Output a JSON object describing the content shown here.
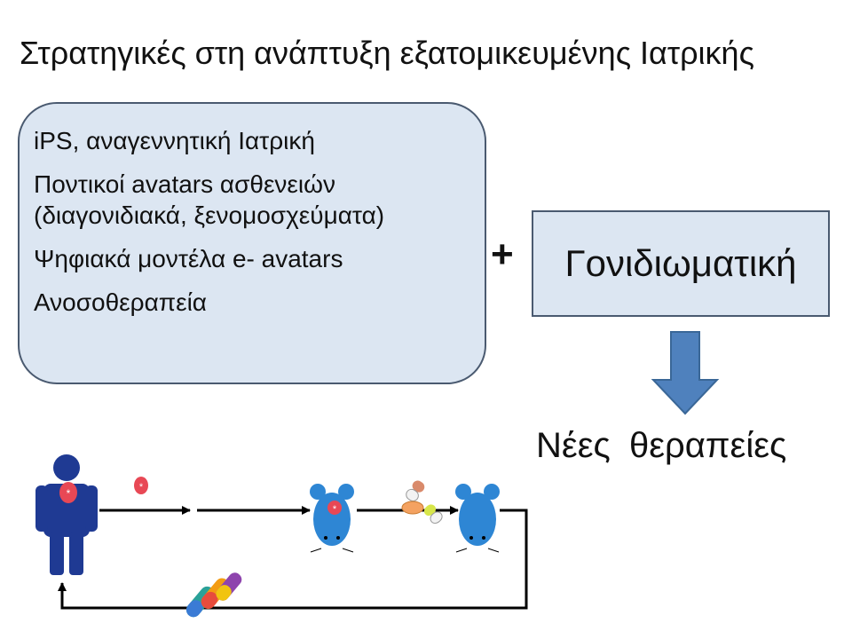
{
  "slide": {
    "title": "Στρατηγικές στη ανάπτυξη εξατομικευμένης Ιατρικής",
    "strategies": [
      "iPS, αναγεννητική Ιατρική",
      "Ποντικοί avatars ασθενειών",
      "(διαγονιδιακά, ξενομοσχεύματα)",
      "Ψηφιακά μοντέλα e- avatars",
      "Ανοσοθεραπεία"
    ],
    "plus_sign": "+",
    "genomics_label": "Γονιδιωματική",
    "result_label": "Νέες  θεραπείες"
  },
  "colors": {
    "box_fill": "#dce6f2",
    "box_border": "#4a5a70",
    "arrow_blue": "#4f81bd",
    "figure_blue": "#1f3a93",
    "mouse_blue": "#2e86d4",
    "tumor_red": "#e84855",
    "line_black": "#000000"
  },
  "icons": [
    "patient-figure-icon",
    "tumor-cell-icon",
    "mouse-avatar-icon",
    "pills-icon",
    "capsules-icon",
    "down-arrow-icon"
  ]
}
